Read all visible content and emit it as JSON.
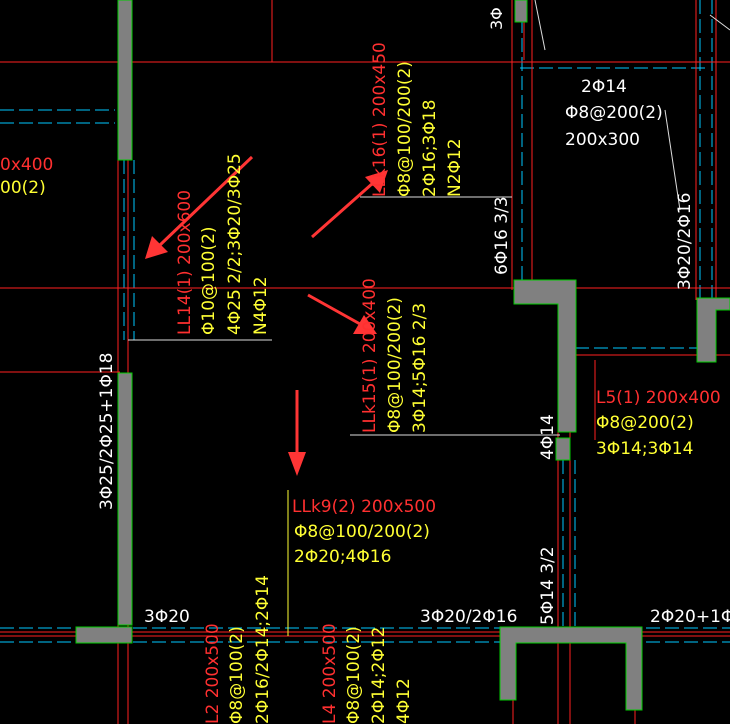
{
  "colors": {
    "background": "#000000",
    "beam_line": "#ff2020",
    "axis_line": "#00c8ff",
    "wall_fill": "#808080",
    "wall_edge": "#00cc00",
    "beam_name": "#ff3030",
    "rebar_text": "#ffff33",
    "white_text": "#ffffff",
    "arrow": "#ff3535"
  },
  "labels": {
    "left_beam_size": "0x400",
    "left_beam_stirrup": "00(2)",
    "top_right_bars": "2Φ14",
    "top_right_stirrup": "Φ8@200(2)",
    "top_right_size": "200x300",
    "top_vertical_bars": "3Φ",
    "ll14_name": "LL14(1) 200x600",
    "ll14_stirrup": "Φ10@100(2)",
    "ll14_long": "4Φ25 2/2;3Φ20/3Φ25",
    "ll14_side": "N4Φ12",
    "ll16_name": "LLk16(1) 200x450",
    "ll16_stirrup": "Φ8@100/200(2)",
    "ll16_long": "2Φ16;3Φ18",
    "ll16_side": "N2Φ12",
    "v_bars_6": "6Φ16 3/3",
    "v_bars_right_1": "3Φ20/2Φ16",
    "ll15_name": "LLk15(1) 200x400",
    "ll15_stirrup": "Φ8@100/200(2)",
    "ll15_long": "3Φ14;5Φ16 2/3",
    "v_bars_left": "3Φ25/2Φ25+1Φ18",
    "l5_name": "L5(1) 200x400",
    "l5_stirrup": "Φ8@200(2)",
    "l5_long": "3Φ14;3Φ14",
    "v_bars_4": "4Φ14",
    "llk9_name": "LLk9(2) 200x500",
    "llk9_stirrup": "Φ8@100/200(2)",
    "llk9_long": "2Φ20;4Φ16",
    "v_bars_5": "5Φ14 3/2",
    "bot_bars_left": "3Φ20",
    "bot_bars_mid": "3Φ20/2Φ16",
    "bot_bars_right": "2Φ20+1Φ",
    "l2_name": "L2 200x500",
    "l2_stirrup": "Φ8@100(2)",
    "l2_long": "2Φ16/2Φ14;2Φ14",
    "l4_name": "L4 200x500",
    "l4_stirrup": "Φ8@100(2)",
    "l4_long": "2Φ14;2Φ12",
    "l4_extra": "4Φ12"
  }
}
